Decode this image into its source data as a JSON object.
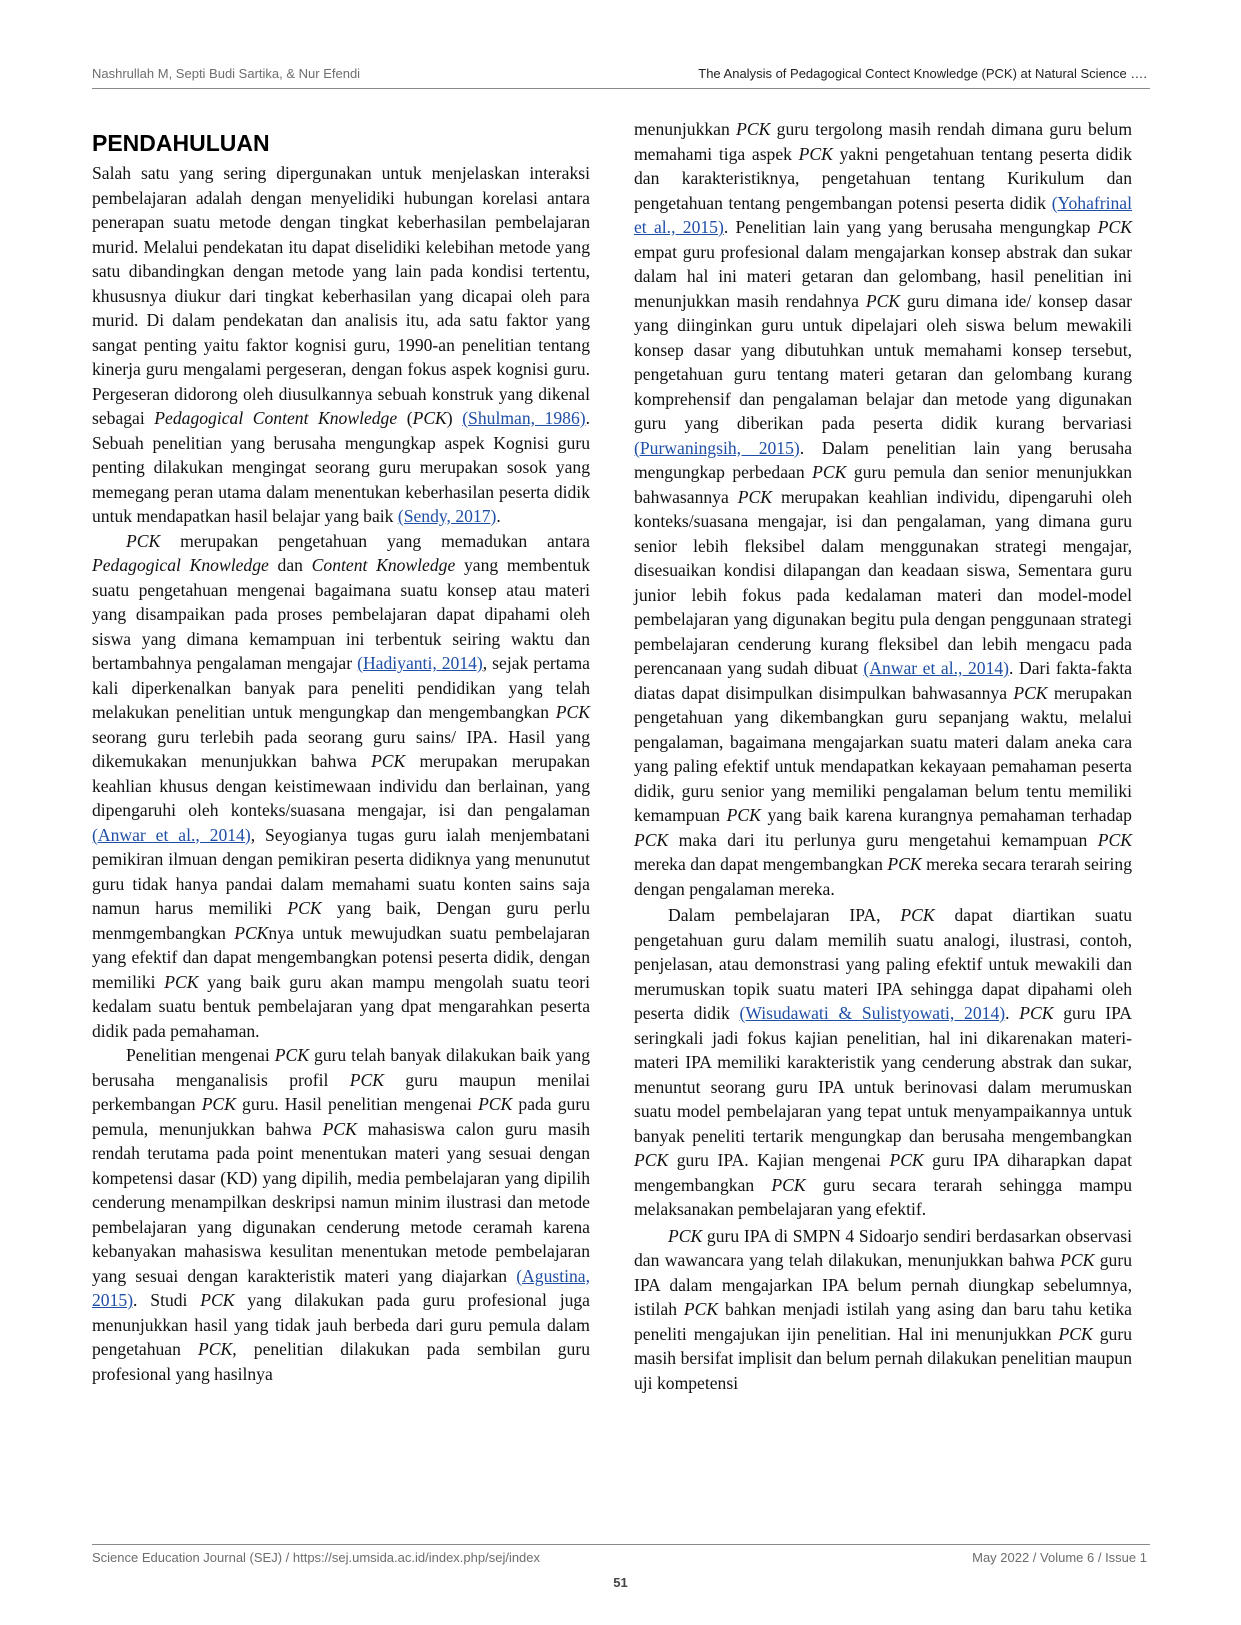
{
  "header": {
    "authors": "Nashrullah M, Septi Budi Sartika, & Nur Efendi",
    "running_title": "The Analysis of Pedagogical Contect Knowledge (PCK) at Natural Science …."
  },
  "section": {
    "heading": "PENDAHULUAN"
  },
  "left_column": {
    "p1": {
      "t1": "Salah satu yang sering dipergunakan untuk menjelaskan interaksi pembelajaran adalah dengan menyelidiki hubungan korelasi antara penerapan suatu metode dengan tingkat keberhasilan pembelajaran murid. Melalui pendekatan itu dapat diselidiki kelebihan metode yang satu dibandingkan dengan metode yang lain pada kondisi tertentu, khususnya diukur dari tingkat keberhasilan yang dicapai oleh para murid. Di dalam pendekatan dan analisis itu, ada satu faktor yang sangat penting yaitu faktor kognisi guru, 1990-an penelitian tentang kinerja guru mengalami pergeseran, dengan fokus aspek kognisi guru. Pergeseran didorong oleh diusulkannya sebuah konstruk yang dikenal sebagai ",
      "i1": "Pedagogical Content Knowledge",
      "t2": " (",
      "i2": "PCK",
      "t3": ") ",
      "c1": "(Shulman, 1986)",
      "t4": ". Sebuah penelitian yang berusaha mengungkap aspek Kognisi guru penting dilakukan mengingat seorang guru merupakan sosok yang memegang peran utama dalam menentukan keberhasilan peserta didik untuk mendapatkan hasil belajar yang baik ",
      "c2": "(Sendy, 2017)",
      "t5": "."
    },
    "p2": {
      "i1": "PCK",
      "t1": " merupakan pengetahuan yang memadukan antara ",
      "i2": "Pedagogical Knowledge",
      "t2": " dan ",
      "i3": "Content Knowledge",
      "t3": " yang membentuk suatu pengetahuan mengenai bagaimana suatu konsep atau materi yang disampaikan pada proses pembelajaran dapat dipahami oleh siswa yang dimana kemampuan ini terbentuk seiring waktu dan bertambahnya pengalaman mengajar ",
      "c1": "(Hadiyanti, 2014)",
      "t4": ", sejak pertama kali diperkenalkan banyak para peneliti pendidikan yang telah melakukan penelitian untuk mengungkap dan mengembangkan ",
      "i4": "PCK",
      "t5": " seorang guru terlebih pada seorang guru sains/ IPA. Hasil yang dikemukakan menunjukkan bahwa ",
      "i5": "PCK",
      "t6": " merupakan merupakan keahlian khusus dengan keistimewaan individu dan berlainan, yang dipengaruhi oleh konteks/suasana mengajar, isi dan pengalaman ",
      "c2": "(Anwar et al., 2014)",
      "t7": ", Seyogianya tugas guru ialah menjembatani pemikiran ilmuan dengan pemikiran peserta didiknya yang menunutut guru tidak hanya pandai dalam memahami suatu konten sains saja namun harus memiliki ",
      "i6": "PCK",
      "t8": " yang baik, Dengan guru perlu menmgembangkan ",
      "i7": "PCK",
      "t9": "nya untuk mewujudkan suatu pembelajaran yang efektif dan dapat mengembangkan potensi peserta didik, dengan memiliki ",
      "i8": "PCK",
      "t10": " yang baik guru akan mampu mengolah suatu teori kedalam suatu bentuk pembelajaran yang dpat mengarahkan peserta didik pada pemahaman."
    },
    "p3": {
      "t1": "Penelitian mengenai ",
      "i1": "PCK",
      "t2": " guru telah banyak dilakukan baik yang berusaha menganalisis profil ",
      "i2": "PCK",
      "t3": " guru maupun menilai perkembangan ",
      "i3": "PCK",
      "t4": " guru. Hasil penelitian mengenai ",
      "i4": "PCK",
      "t5": " pada guru pemula, menunjukkan bahwa ",
      "i5": "PCK",
      "t6": " mahasiswa calon guru masih rendah terutama pada point menentukan materi yang sesuai dengan kompetensi dasar (KD) yang dipilih, media pembelajaran yang dipilih cenderung menampilkan deskripsi namun minim ilustrasi dan metode pembelajaran yang digunakan cenderung metode ceramah karena kebanyakan mahasiswa kesulitan menentukan metode pembelajaran yang sesuai dengan karakteristik materi yang diajarkan ",
      "c1": "(Agustina, 2015)",
      "t7": ". Studi ",
      "i6": "PCK",
      "t8": " yang dilakukan pada guru profesional juga menunjukkan hasil yang tidak jauh berbeda dari guru pemula dalam pengetahuan ",
      "i7": "PCK",
      "t9": ", penelitian dilakukan pada sembilan guru profesional yang hasilnya"
    }
  },
  "right_column": {
    "p1": {
      "t1": "menunjukkan ",
      "i1": "PCK",
      "t2": " guru tergolong masih rendah dimana guru belum memahami tiga aspek ",
      "i2": "PCK",
      "t3": " yakni pengetahuan tentang peserta didik dan karakteristiknya, pengetahuan tentang Kurikulum dan pengetahuan tentang pengembangan potensi peserta didik ",
      "c1": "(Yohafrinal et al., 2015)",
      "t4": ". Penelitian lain yang yang berusaha mengungkap ",
      "i3": "PCK",
      "t5": " empat guru profesional dalam mengajarkan konsep abstrak dan sukar dalam hal ini materi getaran dan gelombang, hasil penelitian ini menunjukkan masih rendahnya ",
      "i4": "PCK",
      "t6": " guru dimana ide/ konsep dasar yang diinginkan guru untuk dipelajari oleh siswa belum mewakili konsep dasar yang dibutuhkan untuk memahami konsep tersebut, pengetahuan guru tentang materi getaran dan gelombang kurang komprehensif dan pengalaman belajar dan metode yang digunakan guru yang diberikan pada peserta didik kurang bervariasi ",
      "c2": "(Purwaningsih, 2015)",
      "t7": ". Dalam penelitian lain yang berusaha mengungkap perbedaan ",
      "i5": "PCK",
      "t8": " guru pemula dan senior menunjukkan bahwasannya ",
      "i6": "PCK",
      "t9": " merupakan keahlian individu, dipengaruhi oleh konteks/suasana mengajar, isi dan pengalaman, yang dimana guru senior lebih fleksibel dalam menggunakan strategi mengajar, disesuaikan kondisi dilapangan dan keadaan siswa, Sementara guru junior lebih fokus pada kedalaman materi dan model-model pembelajaran yang digunakan begitu pula dengan penggunaan strategi pembelajaran cenderung kurang fleksibel dan lebih mengacu pada perencanaan yang sudah dibuat ",
      "c3": "(Anwar et al., 2014)",
      "t10": ". Dari fakta-fakta diatas dapat disimpulkan disimpulkan bahwasannya ",
      "i7": "PCK",
      "t11": " merupakan pengetahuan yang dikembangkan guru sepanjang waktu, melalui pengalaman, bagaimana mengajarkan suatu materi dalam aneka cara yang paling efektif untuk mendapatkan kekayaan pemahaman peserta didik, guru senior yang memiliki pengalaman belum tentu memiliki kemampuan ",
      "i8": "PCK",
      "t12": " yang baik karena kurangnya pemahaman terhadap ",
      "i9": "PCK",
      "t13": " maka dari itu perlunya guru mengetahui kemampuan ",
      "i10": "PCK",
      "t14": " mereka dan dapat mengembangkan ",
      "i11": "PCK",
      "t15": " mereka secara terarah seiring dengan pengalaman mereka."
    },
    "p2": {
      "t1": "Dalam pembelajaran IPA, ",
      "i1": "PCK",
      "t2": " dapat diartikan suatu pengetahuan guru dalam memilih suatu analogi, ilustrasi, contoh, penjelasan, atau demonstrasi yang paling efektif untuk mewakili dan merumuskan topik suatu materi IPA sehingga dapat dipahami oleh peserta didik ",
      "c1": "(Wisudawati & Sulistyowati, 2014)",
      "t3": ". ",
      "i2": "PCK",
      "t4": " guru IPA seringkali jadi fokus kajian penelitian, hal ini dikarenakan materi-materi IPA memiliki karakteristik yang cenderung abstrak dan sukar, menuntut seorang guru IPA untuk berinovasi dalam merumuskan suatu model pembelajaran yang tepat untuk menyampaikannya untuk banyak peneliti tertarik mengungkap dan berusaha mengembangkan ",
      "i3": "PCK",
      "t5": " guru IPA. Kajian mengenai ",
      "i4": "PCK",
      "t6": " guru IPA diharapkan dapat mengembangkan ",
      "i5": "PCK",
      "t7": " guru secara terarah sehingga mampu melaksanakan pembelajaran yang efektif."
    },
    "p3": {
      "i1": "PCK",
      "t1": " guru IPA di SMPN 4 Sidoarjo sendiri berdasarkan observasi dan wawancara yang telah dilakukan, menunjukkan bahwa ",
      "i2": "PCK",
      "t2": " guru IPA dalam mengajarkan IPA belum pernah diungkap sebelumnya, istilah ",
      "i3": "PCK",
      "t3": " bahkan menjadi istilah yang asing dan baru tahu ketika peneliti mengajukan ijin penelitian. Hal ini menunjukkan ",
      "i4": "PCK",
      "t4": " guru masih bersifat implisit dan belum pernah dilakukan penelitian maupun uji kompetensi"
    }
  },
  "footer": {
    "journal": "Science Education Journal (SEJ) / https://sej.umsida.ac.id/index.php/sej/index",
    "issue": "May 2022 / Volume 6 / Issue 1",
    "page_number": "51"
  },
  "colors": {
    "citation": "#1f4ea6",
    "rule": "#8a8a8a",
    "header_text": "#6d6d6d"
  }
}
